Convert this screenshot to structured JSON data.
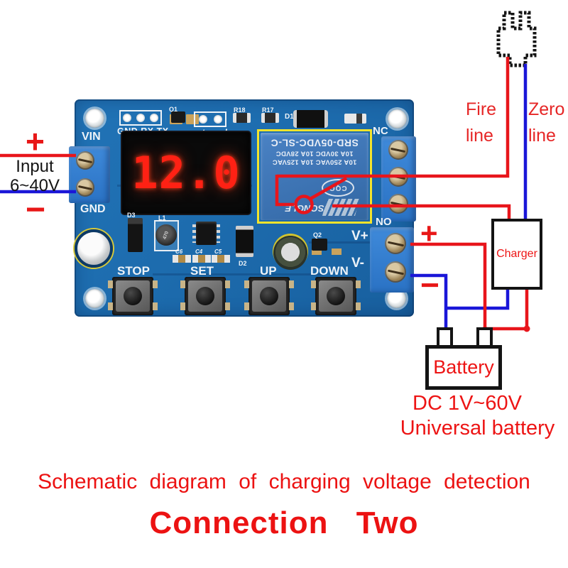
{
  "colors": {
    "wire_live_red": "#e8151b",
    "wire_neutral_blue": "#1a16d8",
    "annotation_red": "#ed1414",
    "pcb_blue": "#1d6cae",
    "relay_blue": "#3e76ba",
    "relay_frame_yellow": "#f2e42c",
    "display_digit_red": "#ff2114",
    "silkscreen_white": "#eef3f8"
  },
  "pcb": {
    "silkscreen": {
      "vin": "VIN",
      "gnd": "GND",
      "header3": "GND RX TX",
      "header2": "out gnd",
      "q1": "Q1",
      "r18": "R18",
      "r17": "R17",
      "d1": "D1",
      "d3": "D3",
      "l1": "L1",
      "l1_value": "470",
      "c6": "C6",
      "c4": "C4",
      "c5": "C5",
      "d2": "D2",
      "q2": "Q2",
      "nc": "NC",
      "no": "NO",
      "v_plus": "V+",
      "v_minus": "V-"
    },
    "display_value": "12.0",
    "relay": {
      "model": "SRD-05VDC-SL-C",
      "ratings_dc": "10A 30VDC  10A 28VDC",
      "ratings_ac": "10A 250VAC  10A 125VAC",
      "brand": "SONGLE",
      "badge": "CQC"
    },
    "buttons": [
      "STOP",
      "SET",
      "UP",
      "DOWN"
    ]
  },
  "annotations": {
    "input_plus": "+",
    "input_minus": "−",
    "input_label_1": "Input",
    "input_label_2": "6~40V",
    "fire_1": "Fire",
    "fire_2": "line",
    "zero_1": "Zero",
    "zero_2": "line",
    "output_plus": "+",
    "output_minus": "−",
    "charger": "Charger",
    "battery": "Battery",
    "battery_note_1": "DC 1V~60V",
    "battery_note_2": "Universal battery"
  },
  "captions": {
    "title": "Schematic diagram of charging voltage detection",
    "subtitle": "Connection Two"
  }
}
